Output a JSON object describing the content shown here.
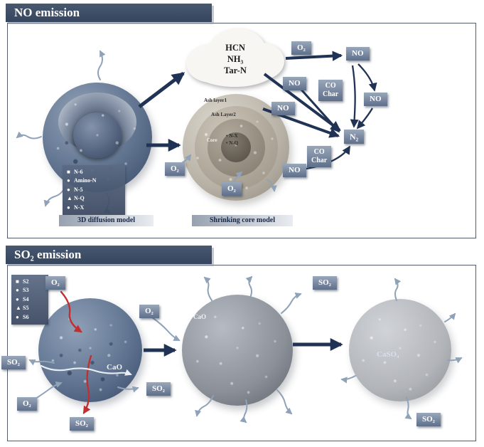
{
  "no_panel": {
    "title": "NO emission",
    "cloud": {
      "l1": "HCN",
      "l2": "NH₃",
      "l3": "Tar-N"
    },
    "legend": [
      {
        "m": "■",
        "t": "N-6"
      },
      {
        "m": "●",
        "t": "Amino-N"
      },
      {
        "m": "●",
        "t": "N-5"
      },
      {
        "m": "▲",
        "t": "N-Q"
      },
      {
        "m": "●",
        "t": "N-X"
      }
    ],
    "badges": {
      "o2_cloud": "O₂",
      "no_top": "NO",
      "no_mid": "NO",
      "no_right": "NO",
      "no_sphere": "NO",
      "no_bot": "NO",
      "n2": "N₂",
      "co_top": "CO",
      "char_top": "Char",
      "co_bot": "CO",
      "char_bot": "Char",
      "o2_left": "O₂",
      "o2_bottom": "O₂"
    },
    "sphere_labels": {
      "ash1": "Ash layer1",
      "ash2": "Ash Layer2",
      "core": "Core",
      "nx": "• N-X",
      "nq": "• N-Q"
    },
    "model_left": "3D diffusion model",
    "model_right": "Shrinking core model"
  },
  "so2_panel": {
    "title": "SO₂ emission",
    "legend": [
      {
        "m": "■",
        "t": "S2"
      },
      {
        "m": "●",
        "t": "S3"
      },
      {
        "m": "●",
        "t": "S4"
      },
      {
        "m": "▲",
        "t": "S5"
      },
      {
        "m": "●",
        "t": "S6"
      }
    ],
    "badges": {
      "o2_top": "O₂",
      "o2_mid": "O₂",
      "o2_bot": "O₂",
      "so2_left": "SO₂",
      "so2_red": "SO₂",
      "so2_mid": "SO₂",
      "so2_top": "SO₂",
      "so2_right": "SO₂"
    },
    "sphere_labels": {
      "cao_left": "CaO",
      "cao_mid": "CaO",
      "caso4": "CaSO₄"
    }
  },
  "colors": {
    "header_bg": "#3c4c64",
    "badge_top": "#9aa7ba",
    "badge_bottom": "#5e6f8a",
    "arrow_navy": "#203355",
    "arrow_gray": "#8fa2b8",
    "arrow_red": "#c13030"
  }
}
